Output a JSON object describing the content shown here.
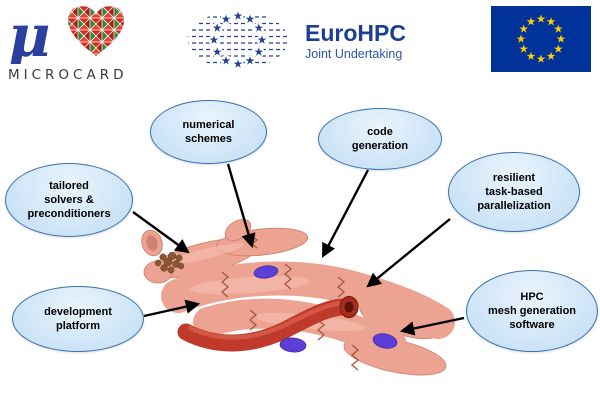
{
  "header": {
    "microcard": {
      "mu": "μ",
      "brand": "MICROCARD"
    },
    "eurohpc": {
      "name": "EuroHPC",
      "subtitle": "Joint Undertaking"
    },
    "eu_flag": {
      "name": "European Union flag"
    }
  },
  "bubbles": [
    {
      "id": "numerical-schemes",
      "label": "numerical\nschemes"
    },
    {
      "id": "code-generation",
      "label": "code\ngeneration"
    },
    {
      "id": "tailored-solvers",
      "label": "tailored\nsolvers &\npreconditioners"
    },
    {
      "id": "resilient-parallelization",
      "label": "resilient\ntask-based\nparallelization"
    },
    {
      "id": "development-platform",
      "label": "development\nplatform"
    },
    {
      "id": "hpc-mesh-generation",
      "label": "HPC\nmesh generation\nsoftware"
    }
  ],
  "illustration": {
    "subject": "cardiac muscle cells with nuclei and blood vessel"
  },
  "colors": {
    "bubble_fill": "#d2e7f8",
    "bubble_border": "#3a71ae",
    "arrow": "#000000",
    "eu_blue": "#003399",
    "eu_yellow": "#ffcc00",
    "eurohpc_blue": "#24408e",
    "microcard_blue": "#2a3f9e",
    "heart_red": "#d6291c",
    "heart_green": "#2e8b3d",
    "cell_pink": "#eda392",
    "nucleus_purple": "#5b3fd6",
    "vessel_red": "#bf3a2a"
  }
}
